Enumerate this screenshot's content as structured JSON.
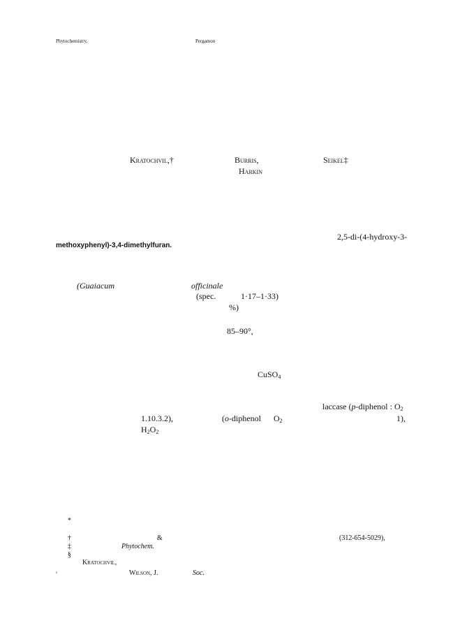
{
  "header": {
    "journal": "Phytochemistry,",
    "publisher": "Pergamon"
  },
  "authors": {
    "a1": "Kratochvil,†",
    "a2": "Burris,",
    "a3": "Seikel‡",
    "a4": "Harkin"
  },
  "abstract": {
    "compound_line1": "2,5-di-(4-hydroxy-3-",
    "compound_line2": "methoxyphenyl)-3,4-dimethylfuran."
  },
  "body": {
    "guaiacum": "(Guaiacum",
    "officinale": "officinale",
    "spec": "(spec.",
    "spec_range": "1·17–1·33)",
    "percent": "%)",
    "temp": "85–90°,",
    "cuso4_a": "CuSO",
    "cuso4_sub": "4",
    "laccase_a": "laccase (",
    "laccase_p": "p",
    "laccase_b": "-diphenol : O",
    "laccase_sub": "2",
    "ec": "1.10.3.2),",
    "odiph_a": "(",
    "odiph_o": "o",
    "odiph_b": "-diphenol",
    "o2_a": "O",
    "o2_sub": "2",
    "one": "1),",
    "h2o2_a": "H",
    "h2o2_sub1": "2",
    "h2o2_b": "O",
    "h2o2_sub2": "2"
  },
  "footnotes": {
    "star": "*",
    "dagger": "†",
    "amp": "&",
    "phone": "(312-654-5029),",
    "ddagger": "‡",
    "phytochem": "Phytochem.",
    "section": "§",
    "kratochvil": "Kratochvil,",
    "one": "¹",
    "wilson": "Wilson, J.",
    "soc": "Soc."
  }
}
